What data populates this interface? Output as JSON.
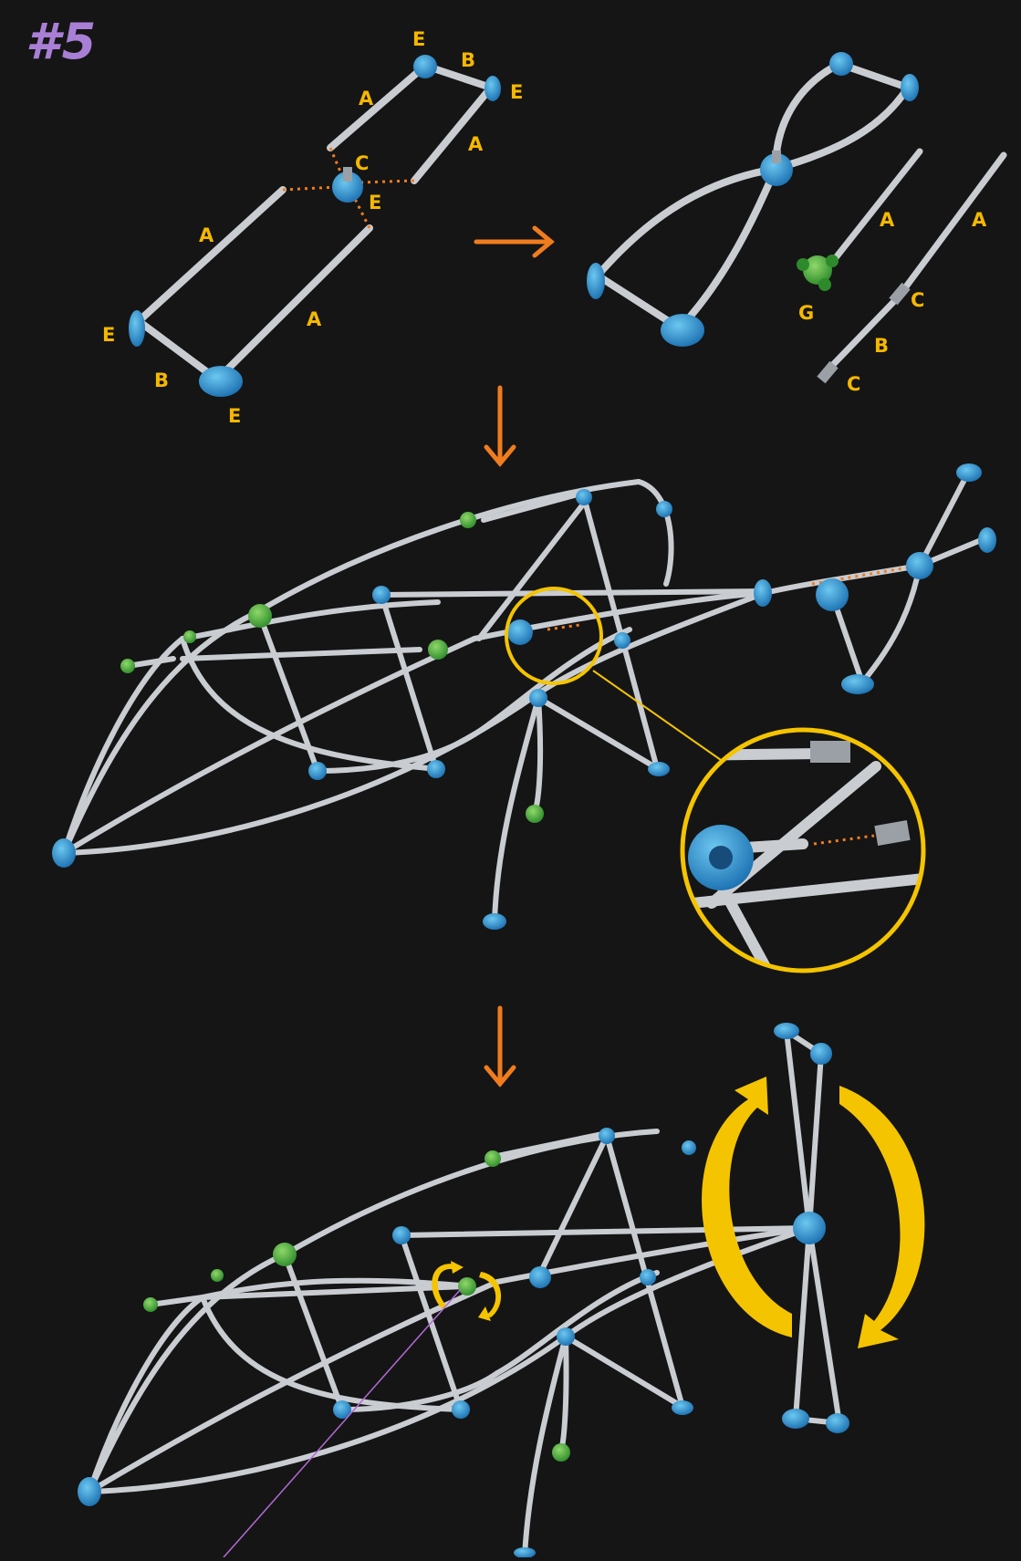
{
  "step": {
    "label": "#5"
  },
  "colors": {
    "background": "#151515",
    "rod": "#c9cdd2",
    "connector_blue": "#2a9ad6",
    "connector_green": "#3fae3a",
    "label": "#f5b800",
    "arrow": "#f07c1e",
    "guide_dots": "#f07c1e",
    "zoom_ring": "#f5c400",
    "rotate_arrow": "#f5c400",
    "step_number": "#a97fd6",
    "leader_line": "#b36ad8"
  },
  "part_labels": {
    "frame_left": [
      "E",
      "B",
      "E",
      "A",
      "A",
      "C",
      "E",
      "A",
      "A",
      "E",
      "B",
      "E"
    ],
    "loose_parts": [
      "A",
      "A",
      "G",
      "C",
      "B",
      "C"
    ]
  },
  "icons": [
    "arrow-right-icon",
    "arrow-down-icon",
    "rotate-clockwise-icon",
    "rotate-small-icon",
    "magnifier-ring-icon"
  ]
}
